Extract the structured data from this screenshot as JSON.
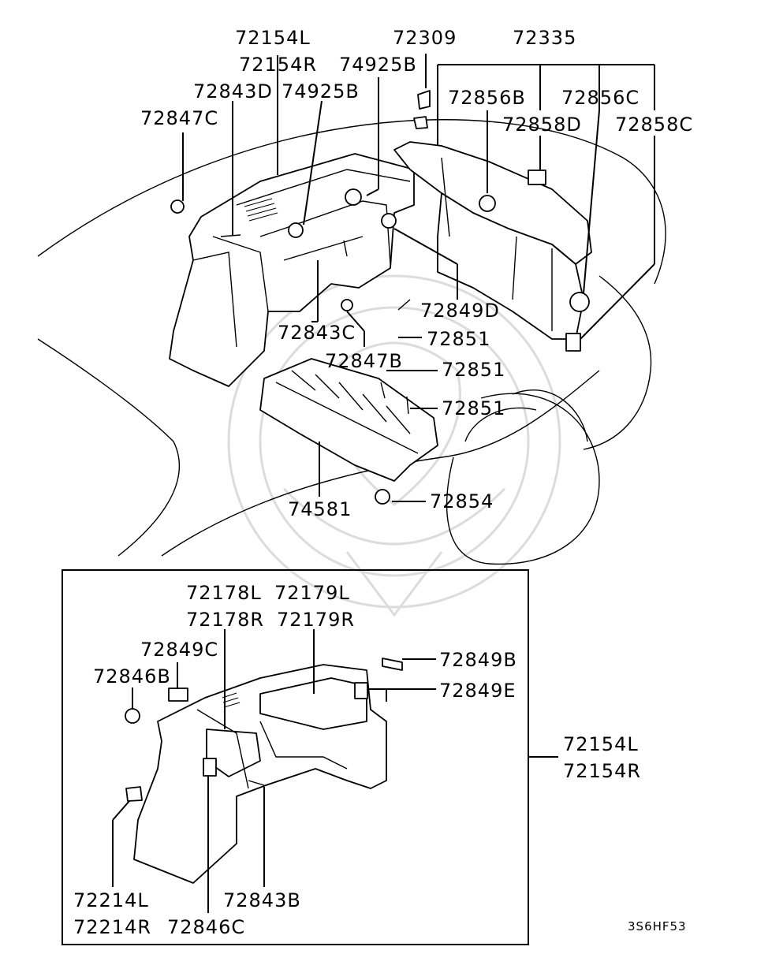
{
  "diagram_code": "3S6HF53",
  "callouts": {
    "p72154L": "72154L",
    "p72154R": "72154R",
    "p72309": "72309",
    "p72335": "72335",
    "p74925B_a": "74925B",
    "p72843D": "72843D",
    "p74925B_b": "74925B",
    "p72856B": "72856B",
    "p72856C": "72856C",
    "p72847C": "72847C",
    "p72858D": "72858D",
    "p72858C": "72858C",
    "p72849D": "72849D",
    "p72843C": "72843C",
    "p72851_a": "72851",
    "p72847B": "72847B",
    "p72851_b": "72851",
    "p72851_c": "72851",
    "p74581": "74581",
    "p72854": "72854"
  },
  "inset": {
    "p72178L": "72178L",
    "p72179L": "72179L",
    "p72178R": "72178R",
    "p72179R": "72179R",
    "p72849C": "72849C",
    "p72849B": "72849B",
    "p72846B": "72846B",
    "p72849E": "72849E",
    "p72214L": "72214L",
    "p72214R": "72214R",
    "p72843B": "72843B",
    "p72846C": "72846C"
  },
  "inset_ref": {
    "p72154L": "72154L",
    "p72154R": "72154R"
  }
}
